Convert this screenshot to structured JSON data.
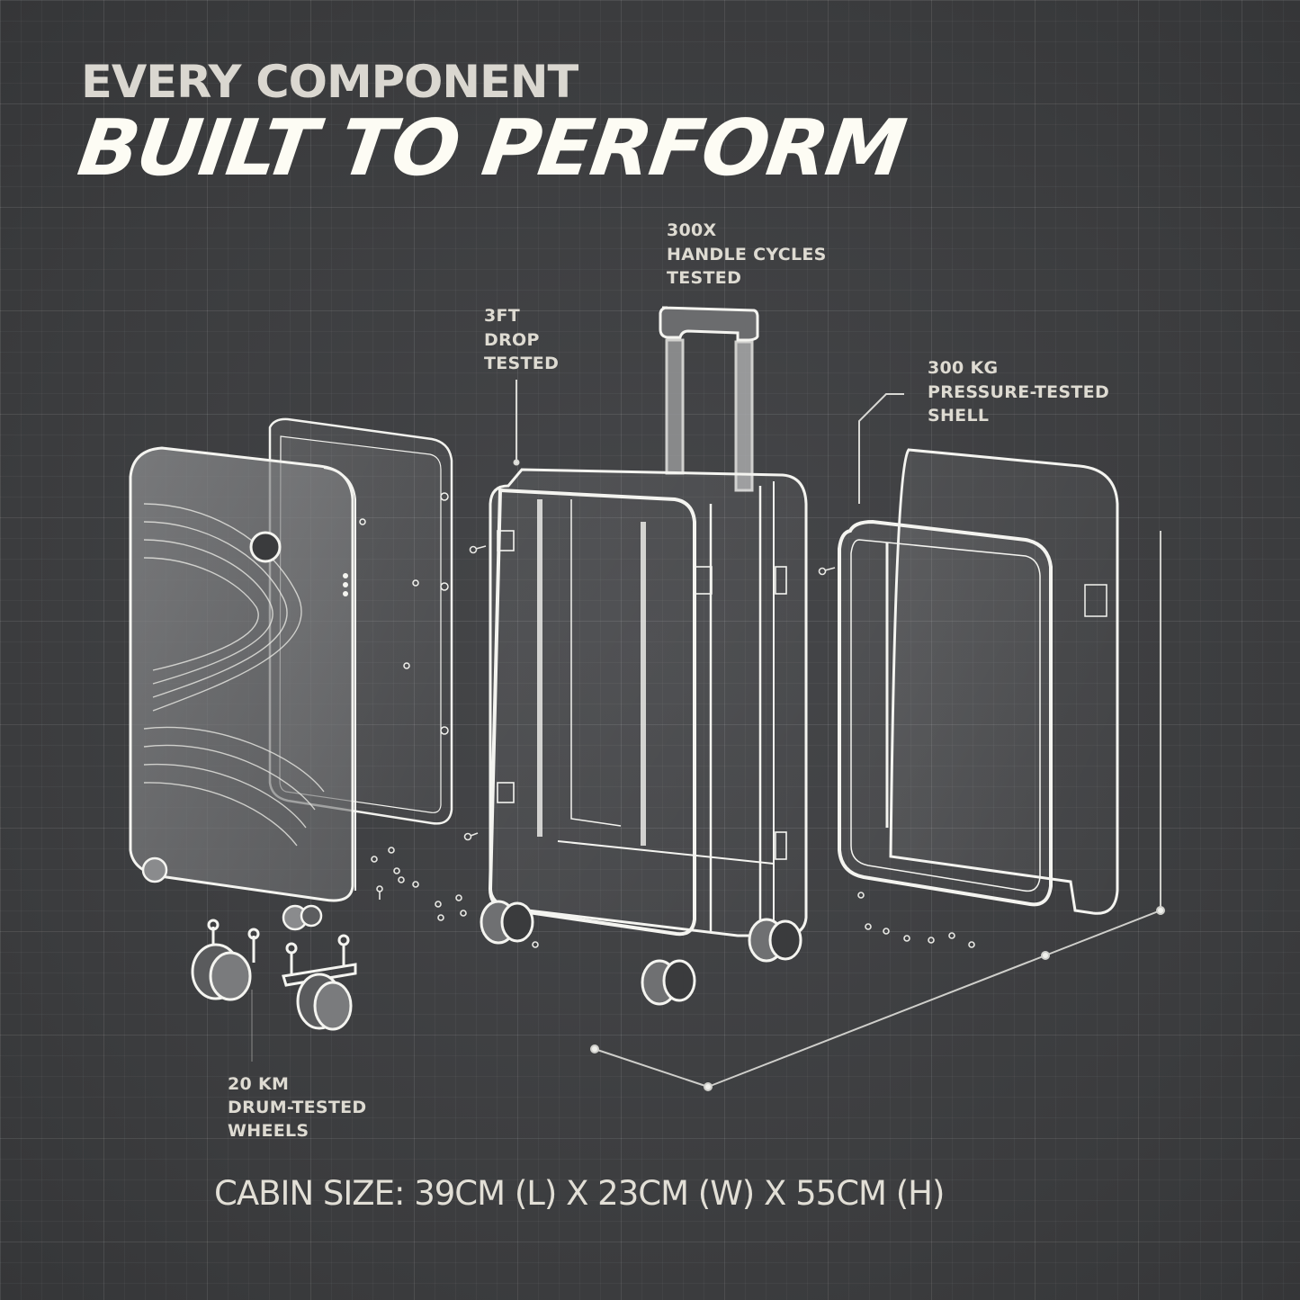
{
  "headline": {
    "eyebrow": "EVERY COMPONENT",
    "title": "BUILT TO PERFORM"
  },
  "callouts": {
    "handle": {
      "lines": [
        "300X",
        "HANDLE CYCLES",
        "TESTED"
      ]
    },
    "drop": {
      "lines": [
        "3FT",
        "DROP",
        "TESTED"
      ]
    },
    "shell": {
      "lines": [
        "300 KG",
        "PRESSURE-TESTED",
        "SHELL"
      ]
    },
    "wheels": {
      "lines": [
        "20 KM",
        "DRUM-TESTED",
        "WHEELS"
      ]
    }
  },
  "footer": {
    "dimensions": "CABIN SIZE: 39CM (L) X 23CM (W) X 55CM (H)"
  },
  "illustration": {
    "description": "exploded-view-suitcase-blueprint",
    "components": [
      "front-shell",
      "back-shell-panel",
      "main-frame-body",
      "telescopic-handle",
      "side-shell-frame",
      "spinner-wheels",
      "screws-and-fasteners",
      "dimension-lines"
    ]
  },
  "colors": {
    "background": "#3e3f41",
    "grid": "#5a5b5e",
    "line_art": "#f2f2ee",
    "headline": "#fdfcf4",
    "subhead": "#dad7d0",
    "callout_text": "#dedbd2"
  }
}
